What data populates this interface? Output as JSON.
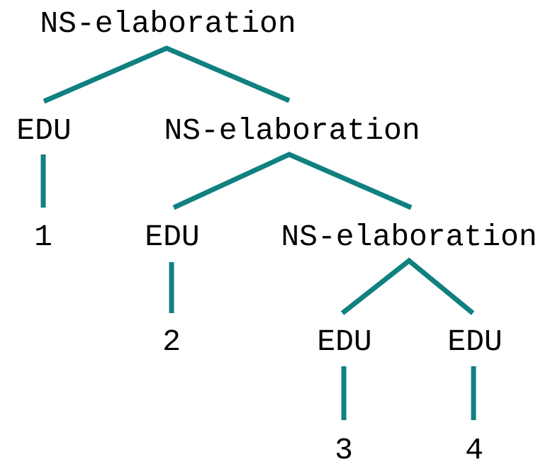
{
  "diagram": {
    "type": "constituency-tree",
    "edge_color": "#108080",
    "text_color": "#000000",
    "background_color": "#ffffff"
  },
  "tree": {
    "label": "NS-elaboration",
    "children": [
      {
        "label": "EDU",
        "children": [
          {
            "label": "1",
            "children": []
          }
        ]
      },
      {
        "label": "NS-elaboration",
        "children": [
          {
            "label": "EDU",
            "children": [
              {
                "label": "2",
                "children": []
              }
            ]
          },
          {
            "label": "NS-elaboration",
            "children": [
              {
                "label": "EDU",
                "children": [
                  {
                    "label": "3",
                    "children": []
                  }
                ]
              },
              {
                "label": "EDU",
                "children": [
                  {
                    "label": "4",
                    "children": []
                  }
                ]
              }
            ]
          }
        ]
      }
    ]
  }
}
